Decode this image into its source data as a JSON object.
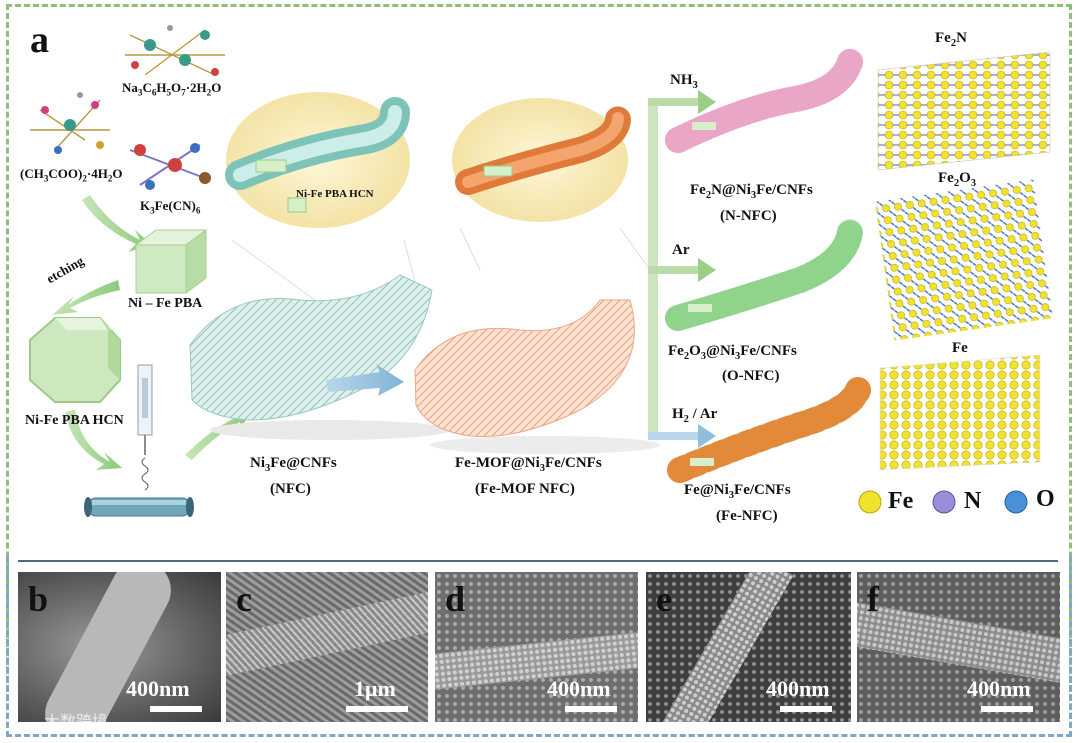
{
  "panel_letter_a": "a",
  "reagents": {
    "acetate": "(CH3COO)2·4H2O",
    "citrate": "Na3C6H5O7·2H2O",
    "ferricyanide": "K3Fe(CN)6"
  },
  "steps": {
    "etching": "etching",
    "pba_cube": "Ni – Fe PBA",
    "pba_hcn": "Ni-Fe PBA HCN",
    "inset_hcn": "Ni-Fe PBA HCN"
  },
  "products": {
    "nfc_name": "Ni3Fe@CNFs",
    "nfc_abbr": "(NFC)",
    "femof_name": "Fe-MOF@Ni3Fe/CNFs",
    "femof_abbr": "(Fe-MOF NFC)"
  },
  "branches": [
    {
      "gas": "NH3",
      "name": "Fe2N@Ni3Fe/CNFs",
      "abbr": "(N-NFC)",
      "structure": "Fe2N",
      "color": "#e9a6c6"
    },
    {
      "gas": "Ar",
      "name": "Fe2O3@Ni3Fe/CNFs",
      "abbr": "(O-NFC)",
      "structure": "Fe2O3",
      "color": "#8fd48a"
    },
    {
      "gas": "H2 / Ar",
      "name": "Fe@Ni3Fe/CNFs",
      "abbr": "(Fe-NFC)",
      "structure": "Fe",
      "color": "#e38a3a"
    }
  ],
  "legend": [
    {
      "label": "Fe",
      "color": "#f2e230"
    },
    {
      "label": "N",
      "color": "#9a8cd8"
    },
    {
      "label": "O",
      "color": "#4a90d9"
    }
  ],
  "sem_panels": [
    {
      "letter": "b",
      "scale": "400nm"
    },
    {
      "letter": "c",
      "scale": "1μm"
    },
    {
      "letter": "d",
      "scale": "400nm"
    },
    {
      "letter": "e",
      "scale": "400nm"
    },
    {
      "letter": "f",
      "scale": "400nm"
    }
  ],
  "watermark": "大数跨境"
}
